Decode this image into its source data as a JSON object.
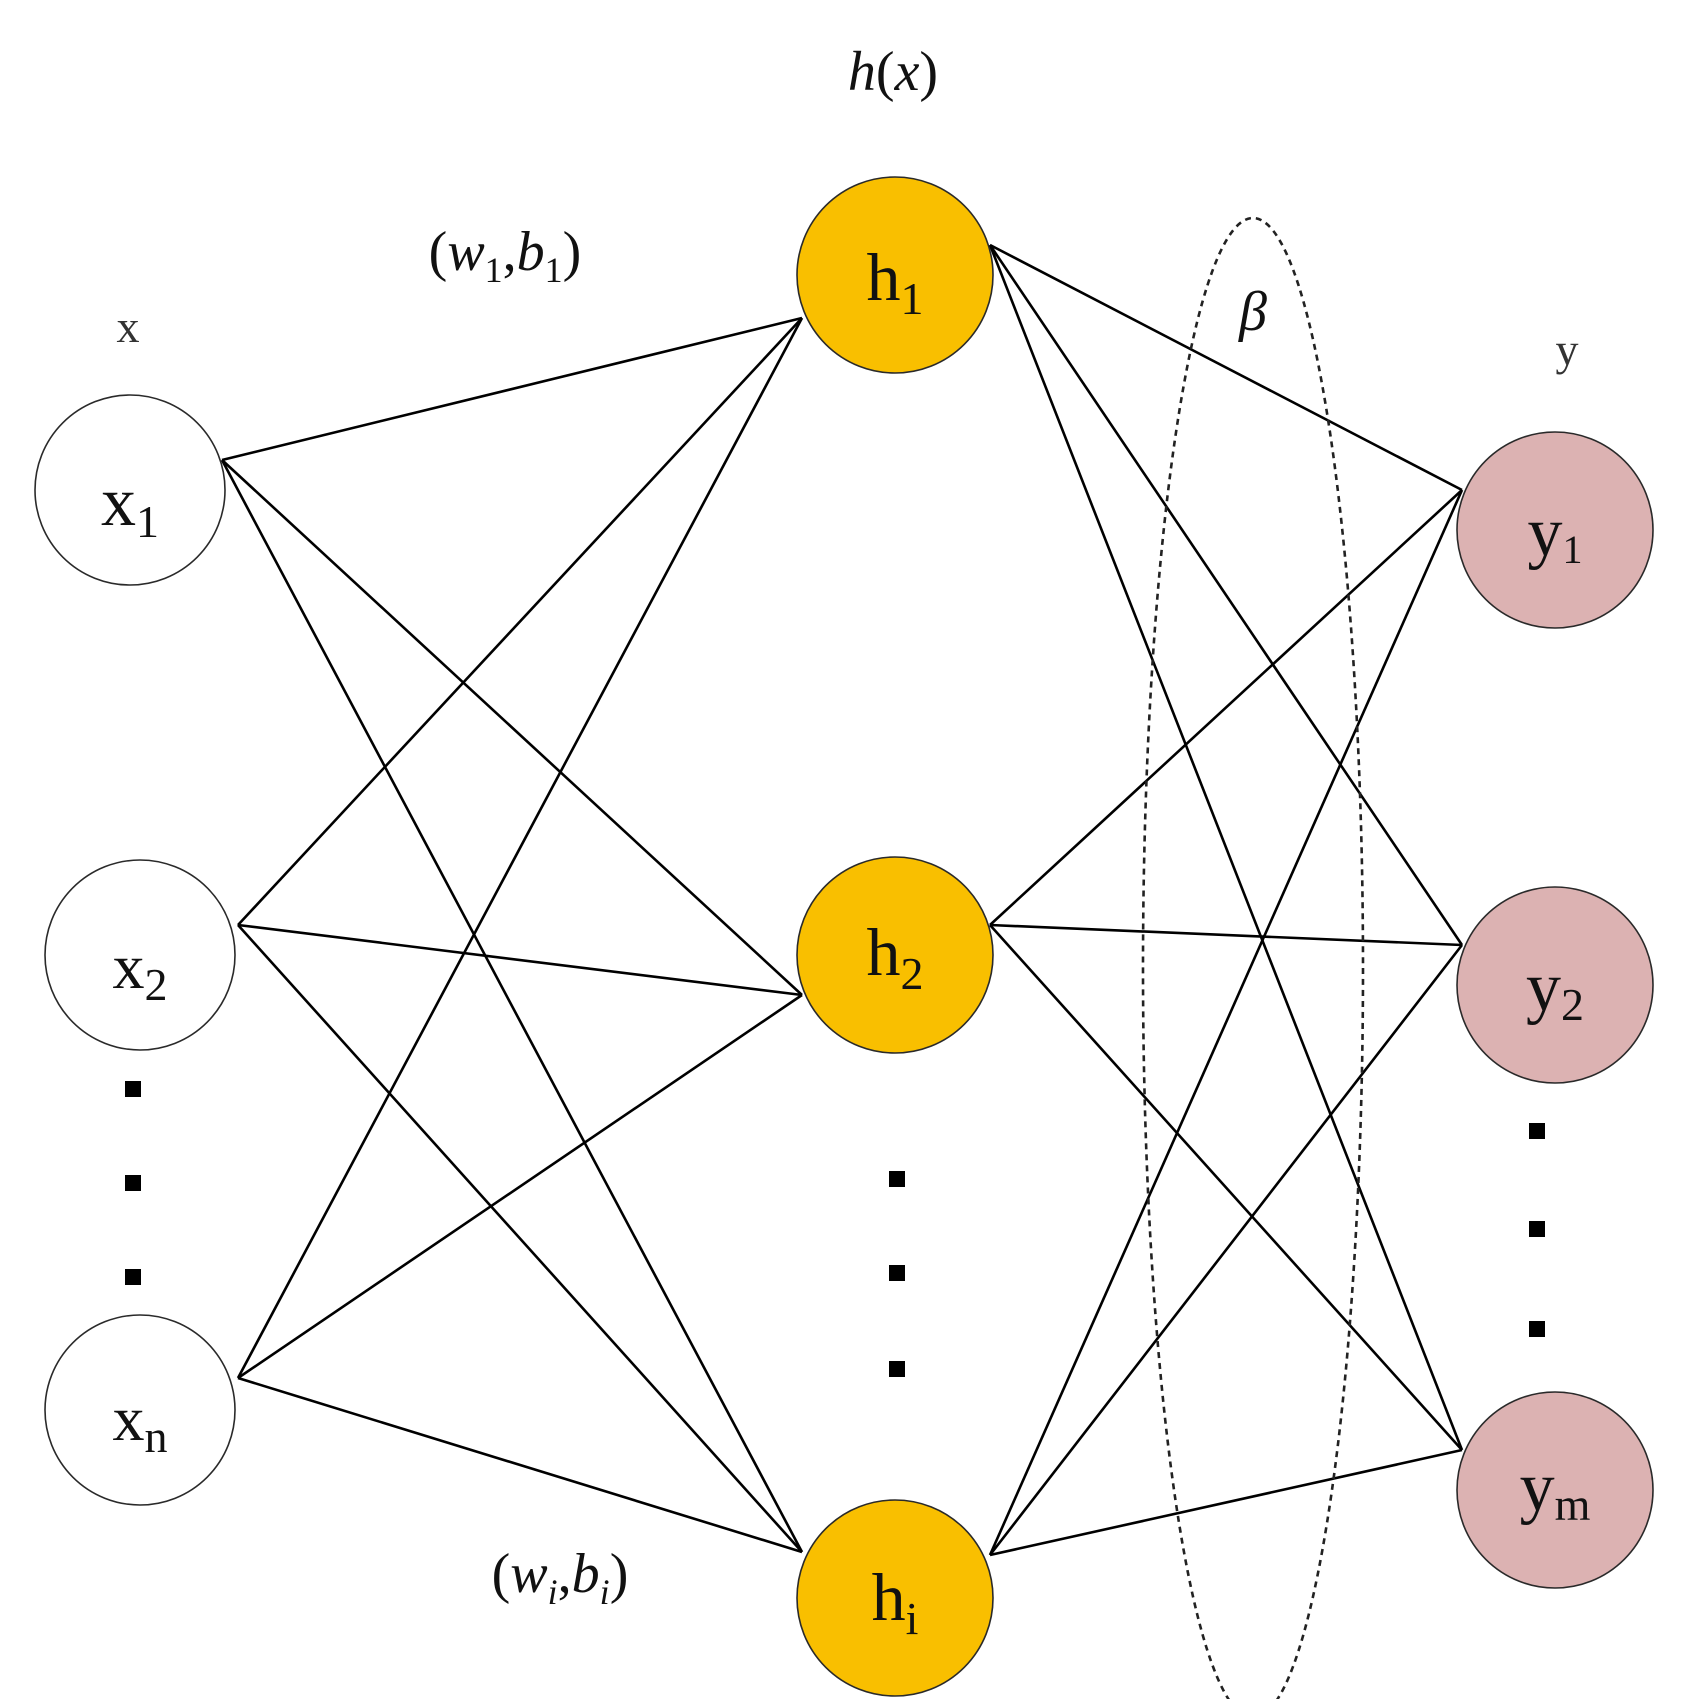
{
  "layers": {
    "input": {
      "label": "x",
      "nodes": [
        {
          "base": "x",
          "sub": "1"
        },
        {
          "base": "x",
          "sub": "2"
        },
        {
          "base": "x",
          "sub": "n"
        }
      ]
    },
    "hidden": {
      "label_fn": "h",
      "label_open": "(",
      "label_arg": "x",
      "label_close": ")",
      "nodes": [
        {
          "base": "h",
          "sub": "1"
        },
        {
          "base": "h",
          "sub": "2"
        },
        {
          "base": "h",
          "sub": "i"
        }
      ]
    },
    "output": {
      "label": "y",
      "nodes": [
        {
          "base": "y",
          "sub": "1"
        },
        {
          "base": "y",
          "sub": "2"
        },
        {
          "base": "y",
          "sub": "m"
        }
      ]
    }
  },
  "weights": {
    "first": {
      "open": "(",
      "w": "w",
      "w_sub": "1",
      "comma": ",",
      "b": "b",
      "b_sub": "1",
      "close": ")"
    },
    "last": {
      "open": "(",
      "w": "w",
      "w_sub": "i",
      "comma": ",",
      "b": "b",
      "b_sub": "i",
      "close": ")"
    },
    "beta": "β"
  },
  "colors": {
    "input_fill": "#ffffff",
    "hidden_fill": "#f9bf00",
    "output_fill": "#dcb2b2",
    "edge": "#000000"
  }
}
